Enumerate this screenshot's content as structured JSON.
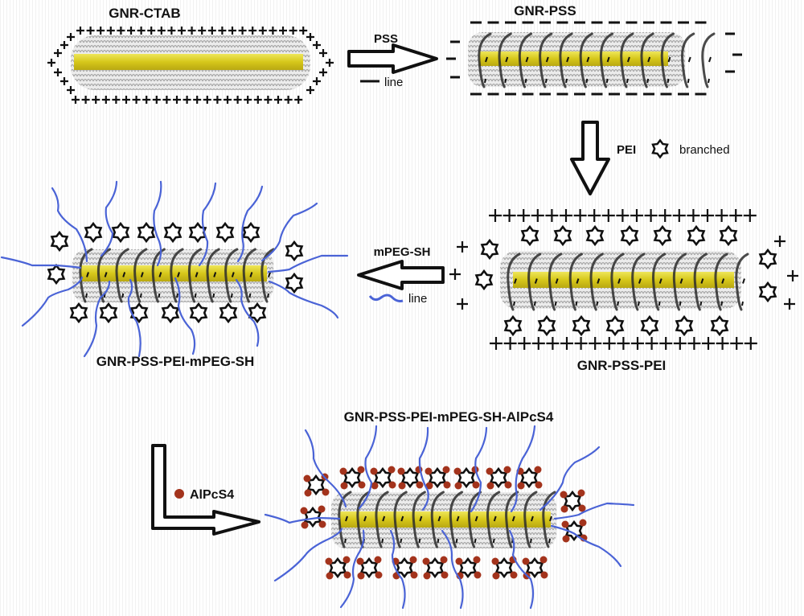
{
  "diagram": {
    "type": "reaction-scheme",
    "description": "Layer-by-layer surface modification of gold nanorods",
    "colors": {
      "gold_rod": "#d8cc1c",
      "surfactant_gray": "#b9b9b9",
      "polymer_chain": "#4a63d6",
      "alpcs4_dot": "#a3331c",
      "outline": "#111111"
    },
    "stages": [
      {
        "id": "gnr-ctab",
        "label": "GNR-CTAB",
        "surface_charge": "+"
      },
      {
        "id": "gnr-pss",
        "label": "GNR-PSS",
        "surface_charge": "-"
      },
      {
        "id": "gnr-pss-pei",
        "label": "GNR-PSS-PEI",
        "surface_charge": "+"
      },
      {
        "id": "gnr-pss-pei-mpeg",
        "label": "GNR-PSS-PEI-mPEG-SH"
      },
      {
        "id": "gnr-pss-pei-mpeg-alpcs4",
        "label": "GNR-PSS-PEI-mPEG-SH-AlPcS4"
      }
    ],
    "steps": [
      {
        "id": "step-pss",
        "reagent": "PSS",
        "legend_text": "line",
        "legend_icon": "black-line",
        "direction": "right"
      },
      {
        "id": "step-pei",
        "reagent": "PEI",
        "legend_text": "branched",
        "legend_icon": "star-hexagram",
        "direction": "down"
      },
      {
        "id": "step-mpeg",
        "reagent": "mPEG-SH",
        "legend_text": "line",
        "legend_icon": "blue-wavy-line",
        "direction": "left"
      },
      {
        "id": "step-alpcs4",
        "reagent": "AlPcS4",
        "legend_icon": "brown-dot",
        "direction": "down-right"
      }
    ],
    "charge_symbols": {
      "positive": "+",
      "negative": "-"
    }
  }
}
